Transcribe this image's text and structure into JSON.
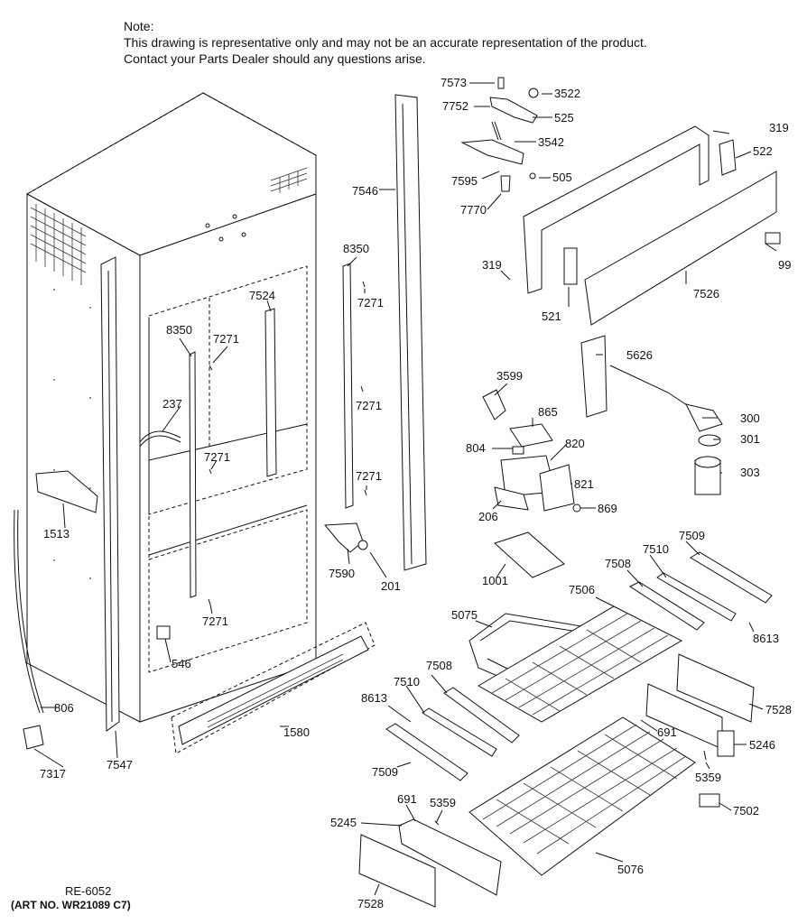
{
  "note": {
    "heading": "Note:",
    "line1": "This drawing is representative only and may not be an accurate representation of the product.",
    "line2": "Contact your Parts Dealer should any questions arise."
  },
  "footer": {
    "ref": "RE-6052",
    "art_no": "(ART NO. WR21089 C7)"
  },
  "labels": [
    {
      "id": "l7573",
      "text": "7573"
    },
    {
      "id": "l3522",
      "text": "3522"
    },
    {
      "id": "l7752",
      "text": "7752"
    },
    {
      "id": "l525",
      "text": "525"
    },
    {
      "id": "l3542",
      "text": "3542"
    },
    {
      "id": "l7595",
      "text": "7595"
    },
    {
      "id": "l505",
      "text": "505"
    },
    {
      "id": "l7770",
      "text": "7770"
    },
    {
      "id": "l319a",
      "text": "319"
    },
    {
      "id": "l522",
      "text": "522"
    },
    {
      "id": "l7546",
      "text": "7546"
    },
    {
      "id": "l99",
      "text": "99"
    },
    {
      "id": "l319b",
      "text": "319"
    },
    {
      "id": "l521",
      "text": "521"
    },
    {
      "id": "l7526",
      "text": "7526"
    },
    {
      "id": "l8350a",
      "text": "8350"
    },
    {
      "id": "l7271a",
      "text": "7271"
    },
    {
      "id": "l7524",
      "text": "7524"
    },
    {
      "id": "l8350b",
      "text": "8350"
    },
    {
      "id": "l7271b",
      "text": "7271"
    },
    {
      "id": "l5626",
      "text": "5626"
    },
    {
      "id": "l3599",
      "text": "3599"
    },
    {
      "id": "l237",
      "text": "237"
    },
    {
      "id": "l7271c",
      "text": "7271"
    },
    {
      "id": "l865",
      "text": "865"
    },
    {
      "id": "l300",
      "text": "300"
    },
    {
      "id": "l804",
      "text": "804"
    },
    {
      "id": "l820",
      "text": "820"
    },
    {
      "id": "l301",
      "text": "301"
    },
    {
      "id": "l7271d",
      "text": "7271"
    },
    {
      "id": "l303",
      "text": "303"
    },
    {
      "id": "l7271e",
      "text": "7271"
    },
    {
      "id": "l821",
      "text": "821"
    },
    {
      "id": "l1513",
      "text": "1513"
    },
    {
      "id": "l206",
      "text": "206"
    },
    {
      "id": "l869",
      "text": "869"
    },
    {
      "id": "l7590",
      "text": "7590"
    },
    {
      "id": "l201",
      "text": "201"
    },
    {
      "id": "l7509a",
      "text": "7509"
    },
    {
      "id": "l7510a",
      "text": "7510"
    },
    {
      "id": "l1001",
      "text": "1001"
    },
    {
      "id": "l7508a",
      "text": "7508"
    },
    {
      "id": "l7506",
      "text": "7506"
    },
    {
      "id": "l7271f",
      "text": "7271"
    },
    {
      "id": "l5075",
      "text": "5075"
    },
    {
      "id": "l8613a",
      "text": "8613"
    },
    {
      "id": "l546",
      "text": "546"
    },
    {
      "id": "l7510b",
      "text": "7510"
    },
    {
      "id": "l7508b",
      "text": "7508"
    },
    {
      "id": "l806",
      "text": "806"
    },
    {
      "id": "l8613b",
      "text": "8613"
    },
    {
      "id": "l7528a",
      "text": "7528"
    },
    {
      "id": "l1580",
      "text": "1580"
    },
    {
      "id": "l691a",
      "text": "691"
    },
    {
      "id": "l5246",
      "text": "5246"
    },
    {
      "id": "l7317",
      "text": "7317"
    },
    {
      "id": "l7547",
      "text": "7547"
    },
    {
      "id": "l7509b",
      "text": "7509"
    },
    {
      "id": "l5359a",
      "text": "5359"
    },
    {
      "id": "l7502",
      "text": "7502"
    },
    {
      "id": "l691b",
      "text": "691"
    },
    {
      "id": "l5359b",
      "text": "5359"
    },
    {
      "id": "l5245",
      "text": "5245"
    },
    {
      "id": "l5076",
      "text": "5076"
    },
    {
      "id": "l7528b",
      "text": "7528"
    }
  ]
}
